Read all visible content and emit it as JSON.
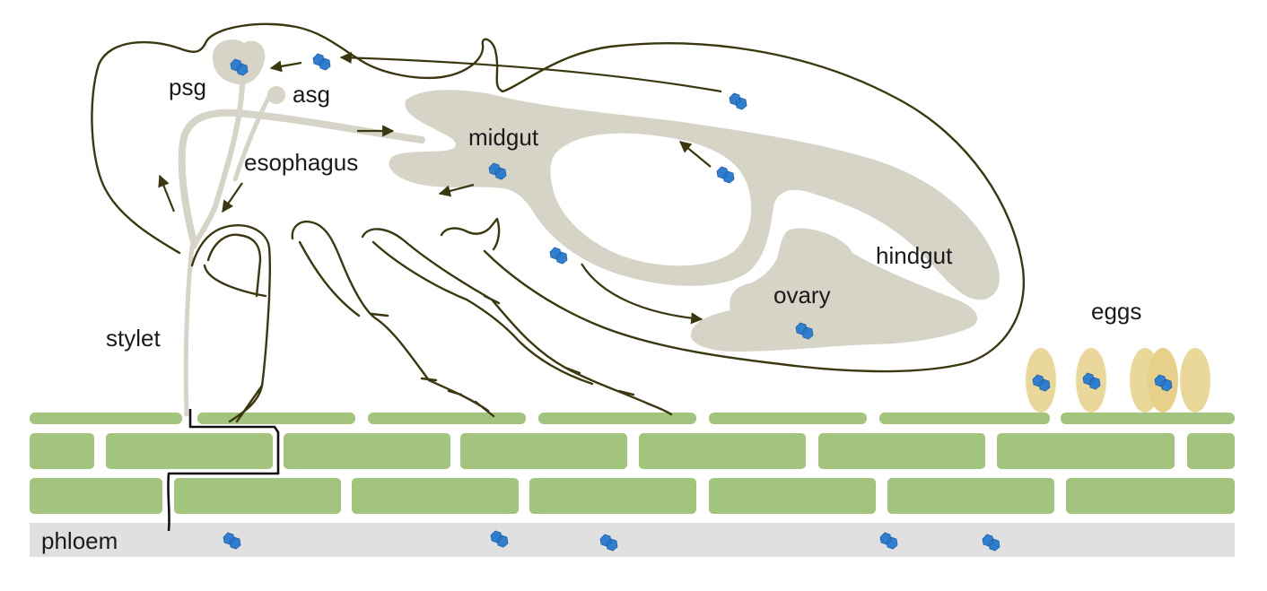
{
  "labels": {
    "psg": "psg",
    "asg": "asg",
    "midgut": "midgut",
    "esophagus": "esophagus",
    "hindgut": "hindgut",
    "ovary": "ovary",
    "eggs": "eggs",
    "stylet": "stylet",
    "phloem": "phloem"
  },
  "colors": {
    "insect_outline": "#3b3810",
    "organ_fill": "#d6d3c7",
    "leaf_cells": "#a3c47d",
    "phloem": "#e0e0e0",
    "eggs": "#ead89a",
    "virus": "#2f7fd1",
    "stylet_path": "#111111"
  },
  "icons": {
    "virus": "virus-particle-icon",
    "arrow": "flow-arrow-icon"
  }
}
